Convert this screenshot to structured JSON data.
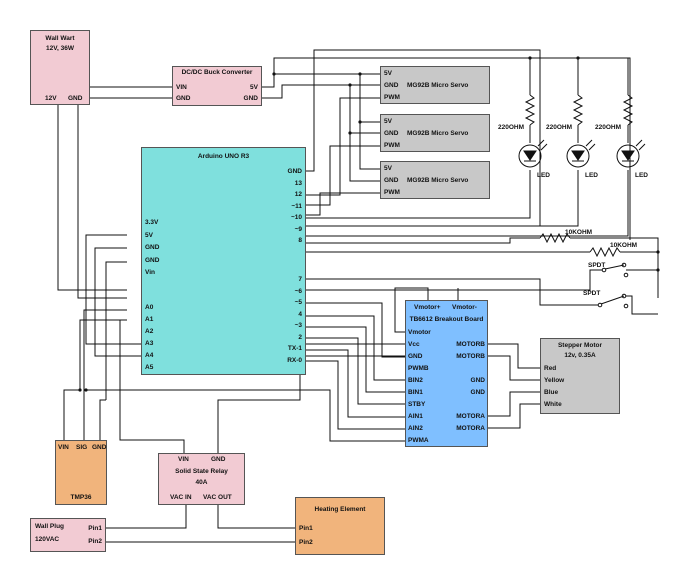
{
  "colors": {
    "pink": "#f2cbd3",
    "cyan": "#7fe0dd",
    "gray": "#c8c8c8",
    "blue": "#7fbfff",
    "orange": "#f1b47c",
    "wire": "#111111"
  },
  "wall_wart": {
    "title": "Wall Wart",
    "subtitle": "12V, 36W",
    "pin_12v": "12V",
    "pin_gnd": "GND"
  },
  "buck": {
    "title": "DC/DC Buck Converter",
    "vin": "VIN",
    "gnd_in": "GND",
    "v5": "5V",
    "gnd_out": "GND"
  },
  "servos": [
    {
      "title": "MG92B Micro Servo",
      "p5v": "5V",
      "gnd": "GND",
      "pwm": "PWM"
    },
    {
      "title": "MG92B Micro Servo",
      "p5v": "5V",
      "gnd": "GND",
      "pwm": "PWM"
    },
    {
      "title": "MG92B Micro Servo",
      "p5v": "5V",
      "gnd": "GND",
      "pwm": "PWM"
    }
  ],
  "leds": [
    {
      "resistor": "220OHM",
      "label": "LED"
    },
    {
      "resistor": "220OHM",
      "label": "LED"
    },
    {
      "resistor": "220OHM",
      "label": "LED"
    }
  ],
  "arduino": {
    "title": "Arduino UNO R3",
    "left_pins": [
      "3.3V",
      "5V",
      "GND",
      "GND",
      "Vin",
      "A0",
      "A1",
      "A2",
      "A3",
      "A4",
      "A5"
    ],
    "right_pins": [
      "GND",
      "13",
      "12",
      "~11",
      "~10",
      "~9",
      "8",
      "7",
      "~6",
      "~5",
      "4",
      "~3",
      "2",
      "TX-1",
      "RX-0"
    ]
  },
  "resistors_10k": [
    "10KOHM",
    "10KOHM"
  ],
  "switches": [
    "SPDT",
    "SPDT"
  ],
  "tb6612": {
    "title": "TB6612 Breakout Board",
    "top_pins": [
      "Vmotor+",
      "Vmotor-"
    ],
    "left_pins": [
      "Vmotor",
      "Vcc",
      "GND",
      "PWMB",
      "BIN2",
      "BIN1",
      "STBY",
      "AIN1",
      "AIN2",
      "PWMA"
    ],
    "right_pins": [
      "MOTORB",
      "MOTORB",
      "GND",
      "GND",
      "MOTORA",
      "MOTORA"
    ]
  },
  "stepper": {
    "title": "Stepper Motor",
    "subtitle": "12v, 0.35A",
    "wires": [
      "Red",
      "Yellow",
      "Blue",
      "White"
    ]
  },
  "tmp36": {
    "title": "TMP36",
    "pins": [
      "VIN",
      "SIG",
      "GND"
    ]
  },
  "ssr": {
    "title": "Solid State Relay",
    "subtitle": "40A",
    "vin": "VIN",
    "gnd": "GND",
    "vac_in": "VAC IN",
    "vac_out": "VAC OUT"
  },
  "wall_plug": {
    "title": "Wall Plug",
    "subtitle": "120VAC",
    "pin1": "Pin1",
    "pin2": "Pin2"
  },
  "heater": {
    "title": "Heating Element",
    "pin1": "Pin1",
    "pin2": "Pin2"
  }
}
